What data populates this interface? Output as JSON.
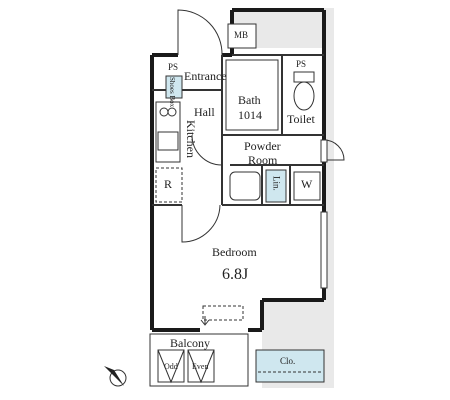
{
  "rooms": {
    "mb": "MB",
    "ps_top": "PS",
    "ps_left": "PS",
    "shoe_box": "Shoes Box",
    "entrance": "Entrance",
    "bath": "Bath",
    "bath_size": "1014",
    "toilet": "Toilet",
    "kitchen": "Kitchen",
    "hall": "Hall",
    "powder_room_line1": "Powder",
    "powder_room_line2": "Room",
    "refrigerator": "R",
    "linen": "Lin.",
    "washer": "W",
    "bedroom": "Bedroom",
    "bedroom_size": "6.8J",
    "balcony": "Balcony",
    "odd": "Odd",
    "even": "Even",
    "closet": "Clo."
  },
  "colors": {
    "wall": "#1a1a1a",
    "outside": "#e9e9e9",
    "closet_fill": "#cfe7ef",
    "line": "#333333"
  }
}
